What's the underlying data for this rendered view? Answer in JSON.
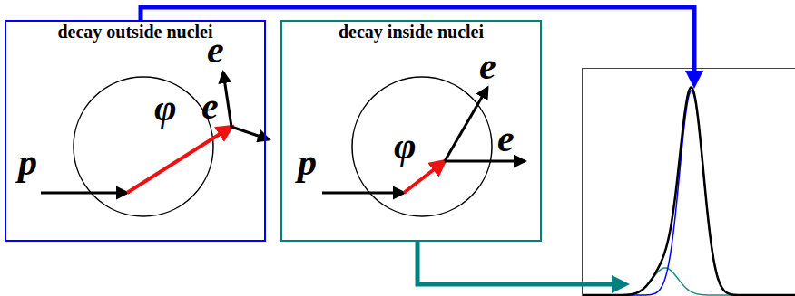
{
  "diagram": {
    "nodes": [
      {
        "text": [
          "decay outside nuclei"
        ]
      },
      {
        "text": [
          "decay inside nuclei"
        ]
      }
    ],
    "labels": [
      "p",
      "φ",
      "e",
      "e",
      "p",
      "φ",
      "e",
      "e"
    ]
  }
}
